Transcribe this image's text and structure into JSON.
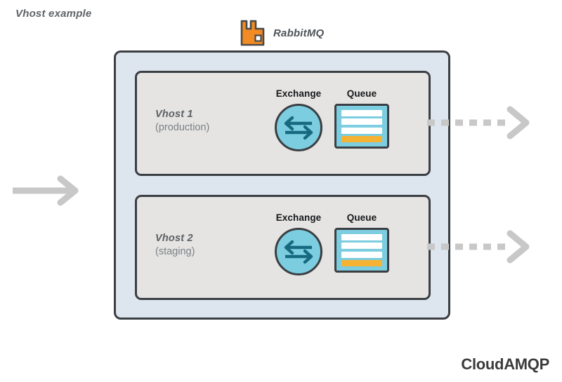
{
  "title": "Vhost example",
  "brand": {
    "label": "RabbitMQ",
    "icon": "rabbitmq-logo-icon",
    "color": "#f28b23"
  },
  "broker": {
    "name": "rabbitmq-broker-container",
    "background_color": "#dde5ee",
    "border_color": "#3b3f43",
    "vhosts": [
      {
        "name": "Vhost 1",
        "environment": "(production)",
        "components": [
          {
            "type": "exchange",
            "label": "Exchange",
            "icon": "exchange-arrows-icon",
            "fill_color": "#7ccde0",
            "arrow_color": "#16697f"
          },
          {
            "type": "queue",
            "label": "Queue",
            "icon": "queue-stack-icon",
            "fill_color": "#7ccde0",
            "rows": [
              "message",
              "message",
              "message",
              "active-message"
            ],
            "row_color": "#ffffff",
            "accent_color": "#f6b233"
          }
        ]
      },
      {
        "name": "Vhost 2",
        "environment": "(staging)",
        "components": [
          {
            "type": "exchange",
            "label": "Exchange",
            "icon": "exchange-arrows-icon",
            "fill_color": "#7ccde0",
            "arrow_color": "#16697f"
          },
          {
            "type": "queue",
            "label": "Queue",
            "icon": "queue-stack-icon",
            "fill_color": "#7ccde0",
            "rows": [
              "message",
              "message",
              "message",
              "active-message"
            ],
            "row_color": "#ffffff",
            "accent_color": "#f6b233"
          }
        ]
      }
    ]
  },
  "arrows": {
    "inbound": {
      "icon": "arrow-right-solid-icon",
      "style": "solid",
      "color": "#c8c8c8"
    },
    "outbound": [
      {
        "icon": "arrow-right-dashed-icon",
        "style": "dashed",
        "color": "#c8c8c8"
      },
      {
        "icon": "arrow-right-dashed-icon",
        "style": "dashed",
        "color": "#c8c8c8"
      }
    ]
  },
  "footer": {
    "logo": "CloudAMQP"
  }
}
